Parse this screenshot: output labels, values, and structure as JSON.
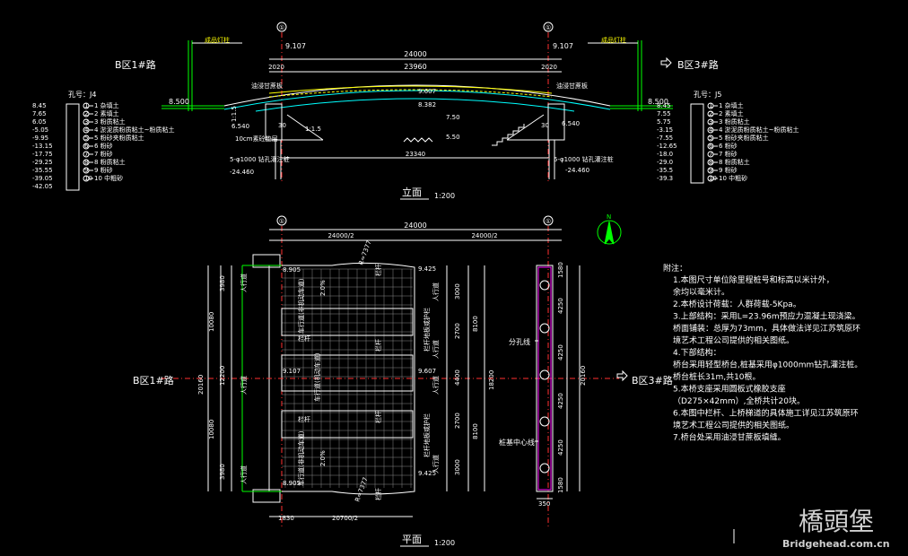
{
  "elevation": {
    "axis_marks": [
      "①",
      "①"
    ],
    "left_elev_top": "9.107",
    "right_elev_top": "9.107",
    "span_total": "24000",
    "span_left": "2020",
    "span_mid": "23960",
    "span_right": "2020",
    "lamp_left": "成品灯柱",
    "lamp_right": "成品灯柱",
    "asphalt_left": "油浸甘蔗板",
    "asphalt_right": "油浸甘蔗板",
    "deck_elev": "9.607",
    "beam_elev": "8.382",
    "road_left_elev": "8.500",
    "road_right_elev": "8.500",
    "water_high": "7.50",
    "water_low": "5.50",
    "slope_left": "1:1.5",
    "slope_left2": "1:1.5",
    "dim_30a": "30",
    "dim_30b": "30",
    "abut_left_elev": "6.540",
    "abut_right_elev": "6.540",
    "bed_note": "10cm素砼垫层",
    "pile_left": "5-φ1000 钻孔灌注桩",
    "pile_right": "5-φ1000 钻孔灌注桩",
    "pile_tip_left": "-24.460",
    "pile_tip_right": "-24.460",
    "bottom_span": "23340",
    "title": "立面",
    "scale": "1:200"
  },
  "borehole_left": {
    "title": "孔号：J4",
    "depths": [
      "8.45",
      "7.65",
      "6.05",
      "-5.05",
      "-9.95",
      "-13.15",
      "-17.75",
      "-29.25",
      "-35.55",
      "-39.05",
      "-42.05"
    ],
    "layers": [
      "1 杂填土",
      "2 素填土",
      "3 粉质粘土",
      "4 淤泥质粉质粘土~粉质粘土",
      "5 粉砂夹粉质粘土",
      "6 粉砂",
      "7 粉砂",
      "8 粉质粘土",
      "9 粉砂",
      "10 中粗砂"
    ],
    "nums": [
      "1",
      "2",
      "3",
      "4",
      "5",
      "6",
      "7",
      "8",
      "9",
      "10"
    ]
  },
  "borehole_right": {
    "title": "孔号：J5",
    "depths": [
      "8.45",
      "7.55",
      "5.75",
      "-3.15",
      "-7.55",
      "-12.65",
      "-18.0",
      "-29.0",
      "-35.5",
      "-39.3"
    ],
    "layers": [
      "1 杂填土",
      "2 素填土",
      "3 粉质粘土",
      "4 淤泥质粉质粘土~粉质粘土",
      "5 粉砂夹粉质粘土",
      "6 粉砂",
      "7 粉砂",
      "8 粉质粘土",
      "9 粉砂",
      "10 中粗砂"
    ],
    "nums": [
      "1",
      "2",
      "3",
      "4",
      "5",
      "6",
      "7",
      "8",
      "9",
      "10"
    ]
  },
  "plan": {
    "axis_marks": [
      "①",
      "①"
    ],
    "span_total": "24000",
    "half_left": "24000/2",
    "half_right": "24000/2",
    "radius": "R=7377",
    "elev_tl": "8.905",
    "elev_tr": "9.425",
    "elev_ml": "9.107",
    "elev_mr": "9.607",
    "elev_bl": "8.905",
    "elev_br": "9.425",
    "dims_left": [
      "3980",
      "10080",
      "12200",
      "20160",
      "10080",
      "3980"
    ],
    "dims_right": [
      "3000",
      "2700",
      "8100",
      "4400",
      "18200",
      "2700",
      "8100",
      "3000"
    ],
    "walkway": "人行道",
    "railing": "栏杆",
    "slope": "2.0%",
    "label_l1": "车行道(非机动车道)",
    "label_l2": "车行道(机动车道)",
    "label_l3": "车行道(非机动车道)",
    "label_r1": "栏杆地板或护栏",
    "label_r2": "人行道",
    "label_r3": "栏杆地板或护栏",
    "bottom_left_dim": "1830",
    "bottom_mid_dim": "20700/2",
    "bottom_radius": "R=7377",
    "b_left": "B区1#路",
    "b_right": "B区3#路",
    "title": "平面",
    "scale": "1:200"
  },
  "pier": {
    "dims": [
      "1580",
      "4250",
      "4250",
      "4250",
      "4250",
      "1580"
    ],
    "total": "20160",
    "width": "350",
    "split_line": "分孔线",
    "pile_center": "桩基中心线"
  },
  "elev_side": {
    "b_left": "B区1#路",
    "b_right": "B区3#路"
  },
  "north": "N",
  "notes": {
    "title": "附注：",
    "lines": [
      "1.本图尺寸单位除里程桩号和标高以米计外，",
      "   余均以毫米计。",
      "2.本桥设计荷载：人群荷载-5Kpa。",
      "3.上部结构：采用L=23.96m预应力混凝土现浇梁。",
      "   桥面铺装：总厚为73mm，具体做法详见江苏筑原环",
      "   境艺术工程公司提供的相关图纸。",
      "4.下部结构：",
      "   桥台采用轻型桥台,桩基采用φ1000mm钻孔灌注桩。",
      "   桥台桩长31m,共10根。",
      "5.本桥支座采用圆板式橡胶支座",
      "   （D275×42mm）,全桥共计20块。",
      "6.本图中栏杆、上桥梯道的具体施工详见江苏筑原环",
      "   境艺术工程公司提供的相关图纸。",
      "7.桥台处采用油浸甘蔗板填缝。"
    ]
  },
  "watermark": {
    "cn": "橋頭堡",
    "en": "Bridgehead.com.cn"
  }
}
